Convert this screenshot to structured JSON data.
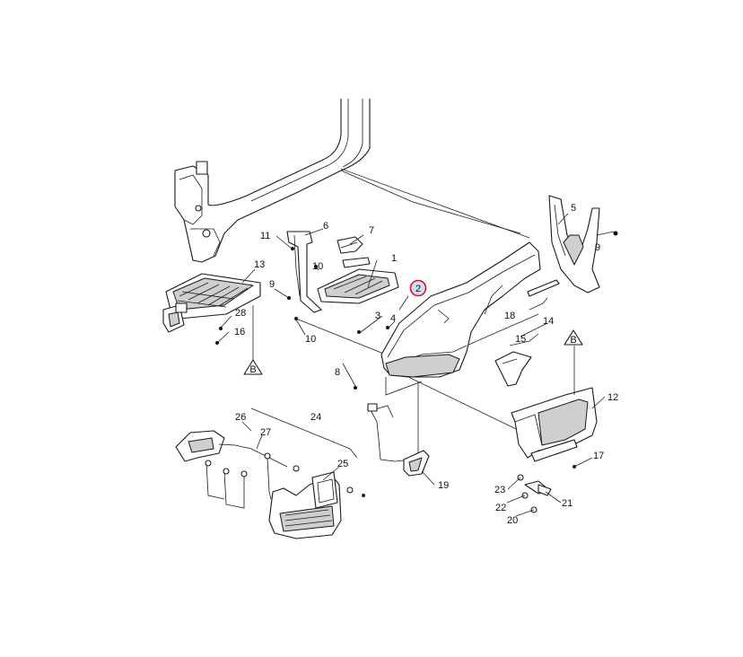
{
  "callouts": {
    "c1": "1",
    "c2": "2",
    "c3": "3",
    "c4": "4",
    "c5": "5",
    "c6": "6",
    "c7": "7",
    "c8": "8",
    "c9a": "9",
    "c9b": "9",
    "c10a": "10",
    "c10b": "10",
    "c11": "11",
    "c12": "12",
    "c13": "13",
    "c14": "14",
    "c15": "15",
    "c16": "16",
    "c17": "17",
    "c18": "18",
    "c19": "19",
    "c20": "20",
    "c21": "21",
    "c22": "22",
    "c23": "23",
    "c24": "24",
    "c25": "25",
    "c26": "26",
    "c27": "27",
    "c28": "28"
  },
  "view_refs": {
    "b1": "B",
    "b2": "B"
  },
  "highlight": {
    "label": "2",
    "ring_color": "#d9122a",
    "fill_color": "#cfe0f5"
  }
}
